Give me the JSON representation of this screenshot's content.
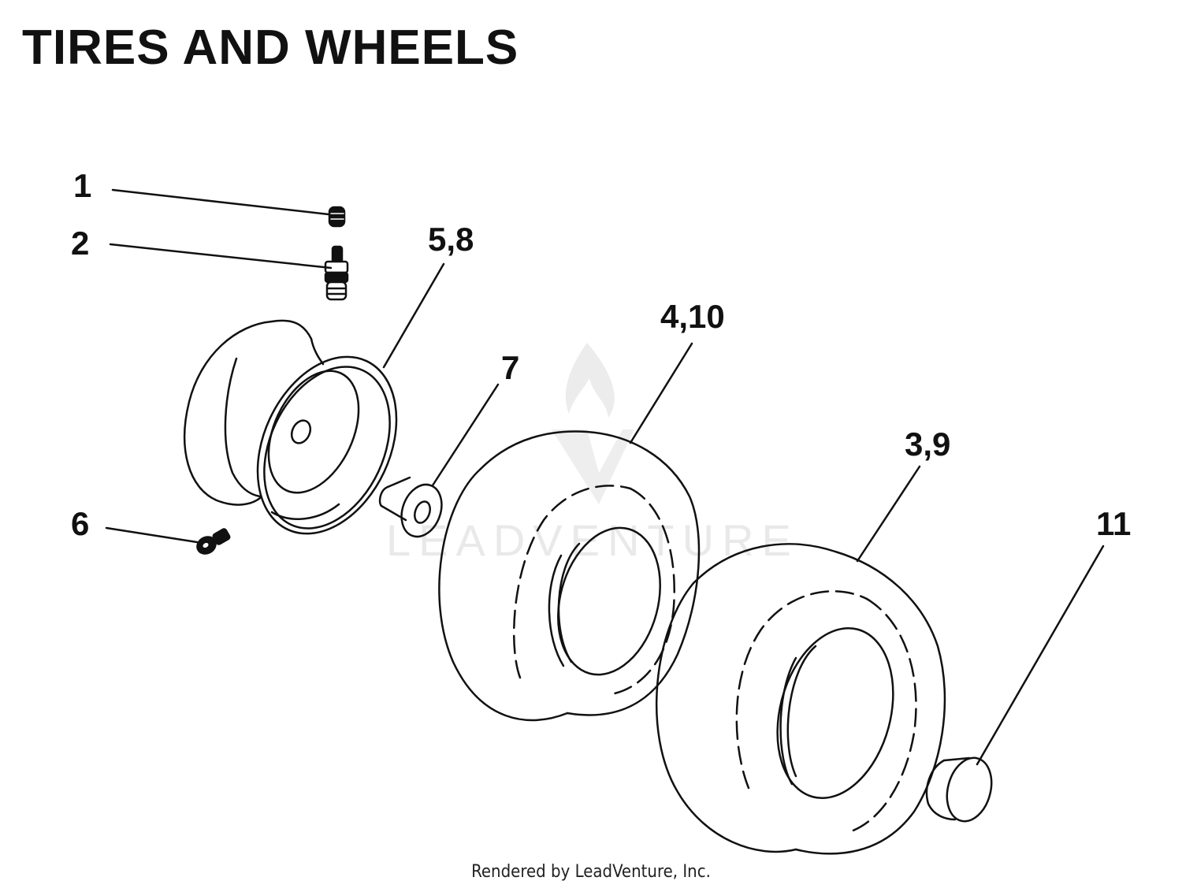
{
  "title": "TIRES AND WHEELS",
  "callouts": {
    "c1": "1",
    "c2": "2",
    "c58": "5,8",
    "c6": "6",
    "c7": "7",
    "c410": "4,10",
    "c39": "3,9",
    "c11": "11"
  },
  "watermark": {
    "text": "LEADVENTURE"
  },
  "footer": "Rendered by LeadVenture, Inc.",
  "colors": {
    "line": "#111111",
    "background": "#ffffff",
    "watermark": "#e9e9e9"
  }
}
